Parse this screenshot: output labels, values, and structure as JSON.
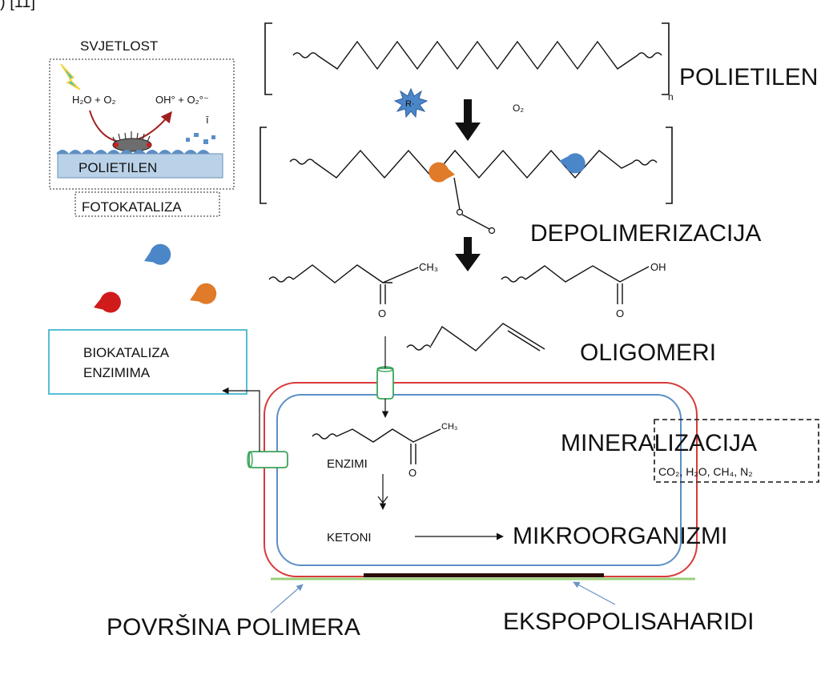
{
  "header_fragment": ") [11]",
  "photocatalysis": {
    "light_label": "SVJETLOST",
    "reaction_left": "H₂O + O₂",
    "reaction_right": "OH° + O₂°⁻",
    "surface_label": "POLIETILEN",
    "stray_mark": "ī",
    "caption": "FOTOKATALIZA"
  },
  "polymer": {
    "name": "POLIETILEN",
    "repeat_subscript": "n",
    "radical_label": "R·",
    "oxygen_label": "O₂"
  },
  "depolymerization": {
    "label": "DEPOLIMERIZACIJA"
  },
  "oligomers": {
    "ketone_group": "CH₃",
    "ketone_oxygen": "O",
    "acid_hydroxyl": "OH",
    "acid_oxygen": "O",
    "label": "OLIGOMERI"
  },
  "biocatalysis": {
    "line1": "BIOKATALIZA",
    "line2": "ENZIMIMA"
  },
  "cell": {
    "intracellular_group": "CH₃",
    "intracellular_oxygen": "O",
    "enzymes_label": "ENZIMI",
    "ketones_label": "KETONI",
    "microorganisms_label": "MIKROORGANIZMI"
  },
  "mineralization": {
    "label": "MINERALIZACIJA",
    "products": "CO₂, H₂O, CH₄, N₂"
  },
  "bottom": {
    "surface_label": "POVRŠINA POLIMERA",
    "eps_label": "EKSPOPOLISAHARIDI"
  },
  "colors": {
    "enzyme_blue": "#4a86c8",
    "enzyme_orange": "#e07b2a",
    "enzyme_red": "#d01b1b",
    "membrane_outer": "#d93a3a",
    "membrane_inner": "#5b8fc6",
    "channel": "#3aa35a",
    "box_cyan": "#46b7d0",
    "surface_green": "#9ad07a",
    "light_teal": "#3fc0c8",
    "light_yellow": "#f2d43a"
  }
}
